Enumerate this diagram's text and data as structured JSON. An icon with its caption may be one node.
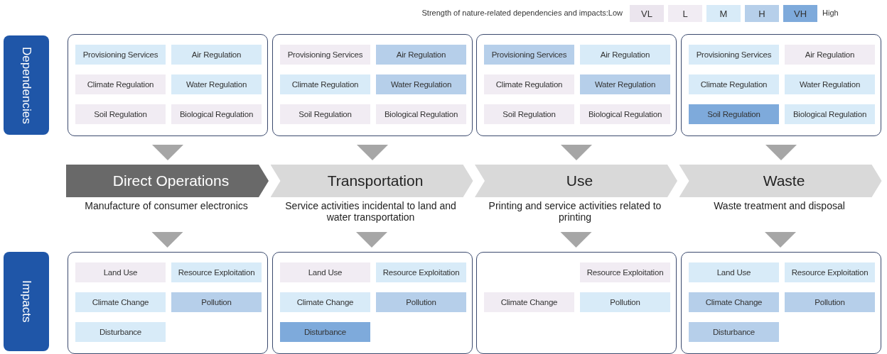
{
  "diagram": {
    "nodes": [
      {
        "text": [
          "Dependencies"
        ]
      },
      {
        "text": [],
        "shape": "box"
      },
      {
        "text": [
          "Provisioning Services"
        ],
        "in": 1
      },
      {
        "text": [
          "Air Regulation"
        ],
        "in": 1
      },
      {
        "text": [
          "Climate Regulation"
        ],
        "in": 1
      },
      {
        "text": [
          "Water Regulation"
        ],
        "in": 1
      },
      {
        "text": [
          "Soil Regulation"
        ],
        "in": 1
      },
      {
        "text": [
          "Biological Regulation"
        ],
        "in": 1
      },
      {
        "text": [],
        "shape": "box"
      },
      {
        "text": [
          "Provisioning Services"
        ],
        "in": 8
      },
      {
        "text": [
          "Air Regulation"
        ],
        "in": 8
      },
      {
        "text": [
          "Climate Regulation"
        ],
        "in": 8
      },
      {
        "text": [
          "Water Regulation"
        ],
        "in": 8
      },
      {
        "text": [
          "Soil Regulation"
        ],
        "in": 8
      },
      {
        "text": [
          "Biological Regulation"
        ],
        "in": 8
      },
      {
        "text": [],
        "shape": "box"
      },
      {
        "text": [
          "Provisioning Services"
        ],
        "in": 15
      },
      {
        "text": [
          "Air Regulation"
        ],
        "in": 15
      },
      {
        "text": [
          "Climate Regulation"
        ],
        "in": 15
      },
      {
        "text": [
          "Water Regulation"
        ],
        "in": 15
      },
      {
        "text": [
          "Soil Regulation"
        ],
        "in": 15
      },
      {
        "text": [
          "Biological Regulation"
        ],
        "in": 15
      },
      {
        "text": [],
        "shape": "box"
      },
      {
        "text": [
          "Provisioning Services"
        ],
        "in": 22
      },
      {
        "text": [
          "Air Regulation"
        ],
        "in": 22
      },
      {
        "text": [
          "Climate Regulation"
        ],
        "in": 22
      },
      {
        "text": [
          "Water Regulation"
        ],
        "in": 22
      },
      {
        "text": [
          "Soil Regulation"
        ],
        "in": 22
      },
      {
        "text": [
          "Biological Regulation"
        ],
        "in": 22
      },
      {
        "text": [
          "Direct Operations"
        ],
        "beside": [
          "Manufacture of consumer electronics"
        ]
      },
      {
        "text": [
          "Transportation"
        ],
        "beside": [
          "Service activities incidental to land and water transportation"
        ]
      },
      {
        "text": [
          "Use"
        ],
        "beside": [
          "Printing and service activities related to printing"
        ]
      },
      {
        "text": [
          "Waste"
        ],
        "beside": [
          "Waste treatment and disposal"
        ]
      },
      {
        "text": [
          "Impacts"
        ]
      },
      {
        "text": [],
        "shape": "box"
      },
      {
        "text": [
          "Land Use"
        ],
        "in": 34
      },
      {
        "text": [
          "Resource Exploitation"
        ],
        "in": 34
      },
      {
        "text": [
          "Climate Change"
        ],
        "in": 34
      },
      {
        "text": [
          "Pollution"
        ],
        "in": 34
      },
      {
        "text": [
          "Disturbance"
        ],
        "in": 34
      },
      {
        "text": [],
        "shape": "box"
      },
      {
        "text": [
          "Land Use"
        ],
        "in": 40
      },
      {
        "text": [
          "Resource Exploitation"
        ],
        "in": 40
      },
      {
        "text": [
          "Climate Change"
        ],
        "in": 40
      },
      {
        "text": [
          "Pollution"
        ],
        "in": 40
      },
      {
        "text": [
          "Disturbance"
        ],
        "in": 40
      },
      {
        "text": [],
        "shape": "box"
      },
      {
        "text": [
          "Resource Exploitation"
        ],
        "in": 46
      },
      {
        "text": [
          "Climate Change"
        ],
        "in": 46
      },
      {
        "text": [
          "Pollution"
        ],
        "in": 46
      },
      {
        "text": [],
        "shape": "box"
      },
      {
        "text": [
          "Land Use"
        ],
        "in": 50
      },
      {
        "text": [
          "Resource Exploitation"
        ],
        "in": 50
      },
      {
        "text": [
          "Climate Change"
        ],
        "in": 50
      },
      {
        "text": [
          "Pollution"
        ],
        "in": 50
      },
      {
        "text": [
          "Disturbance"
        ],
        "in": 50
      }
    ],
    "edges": [
      {
        "from": 1,
        "to": 29,
        "arrow": "to"
      },
      {
        "from": 8,
        "to": 30,
        "arrow": "to"
      },
      {
        "from": 15,
        "to": 31,
        "arrow": "to"
      },
      {
        "from": 22,
        "to": 32,
        "arrow": "to"
      },
      {
        "from": 29,
        "to": 34,
        "arrow": "to"
      },
      {
        "from": 30,
        "to": 40,
        "arrow": "to"
      },
      {
        "from": 31,
        "to": 46,
        "arrow": "to"
      },
      {
        "from": 32,
        "to": 50,
        "arrow": "to"
      }
    ],
    "labels": [
      "Strength of nature-related dependencies and impacts:Low",
      "High"
    ],
    "legend": [
      {
        "text": "VL",
        "color": "#ebe5ee"
      },
      {
        "text": "L",
        "color": "#f1ecf3"
      },
      {
        "text": "M",
        "color": "#d8ebf8"
      },
      {
        "text": "H",
        "color": "#b6cfea"
      },
      {
        "text": "VH",
        "color": "#7eaadb"
      }
    ]
  }
}
